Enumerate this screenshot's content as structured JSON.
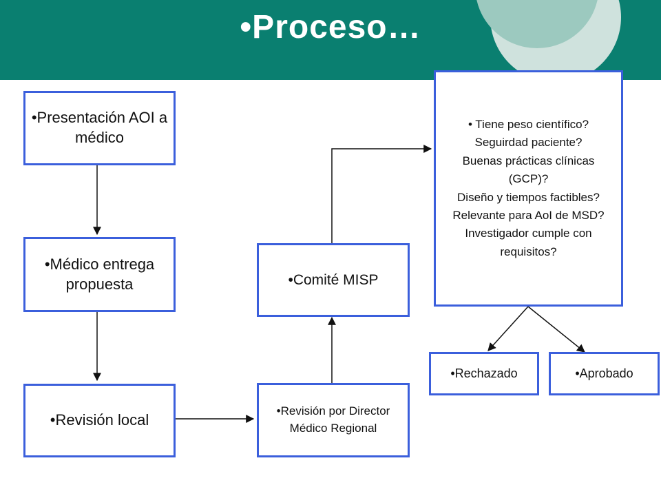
{
  "slide": {
    "title": "•Proceso…"
  },
  "nodes": {
    "presentacion": "•Presentación AOI a médico",
    "medico": "•Médico entrega propuesta",
    "revision_local": "•Revisión local",
    "revision_director": "•Revisión por Director Médico Regional",
    "comite": "•Comité MISP",
    "criterios": [
      "• Tiene peso científico?",
      "Seguirdad paciente?",
      "Buenas prácticas clínicas (GCP)?",
      "Diseño y tiempos factibles?",
      "Relevante para AoI de MSD?",
      "Investigador cumple con requisitos?"
    ],
    "rechazado": "•Rechazado",
    "aprobado": "•Aprobado"
  },
  "colors": {
    "header": "#0a7f70",
    "box_border": "#3b5fdc",
    "arrow": "#111111"
  }
}
